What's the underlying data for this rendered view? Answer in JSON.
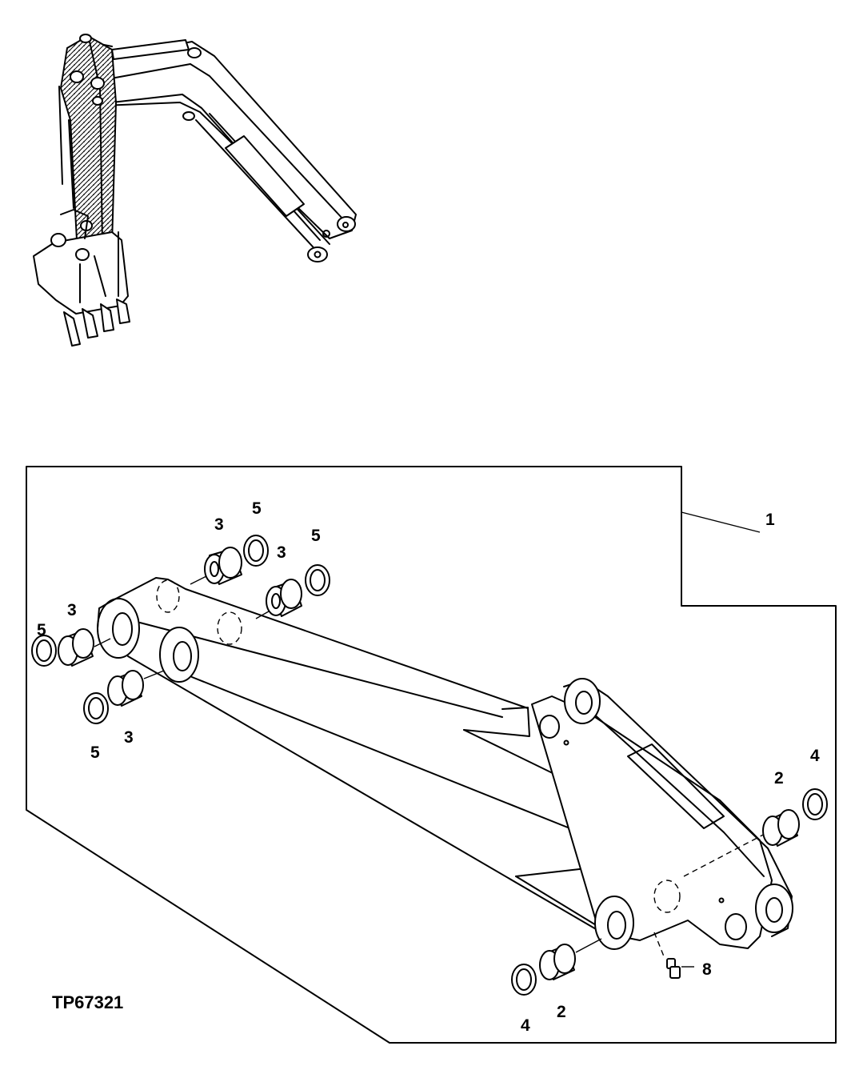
{
  "figure_code": "TP67321",
  "callouts": [
    {
      "id": "c1",
      "label": "1"
    },
    {
      "id": "c2a",
      "label": "2"
    },
    {
      "id": "c2b",
      "label": "2"
    },
    {
      "id": "c3a",
      "label": "3"
    },
    {
      "id": "c3b",
      "label": "3"
    },
    {
      "id": "c3c",
      "label": "3"
    },
    {
      "id": "c3d",
      "label": "3"
    },
    {
      "id": "c4a",
      "label": "4"
    },
    {
      "id": "c4b",
      "label": "4"
    },
    {
      "id": "c5a",
      "label": "5"
    },
    {
      "id": "c5b",
      "label": "5"
    },
    {
      "id": "c5c",
      "label": "5"
    },
    {
      "id": "c5d",
      "label": "5"
    },
    {
      "id": "c8",
      "label": "8"
    }
  ]
}
